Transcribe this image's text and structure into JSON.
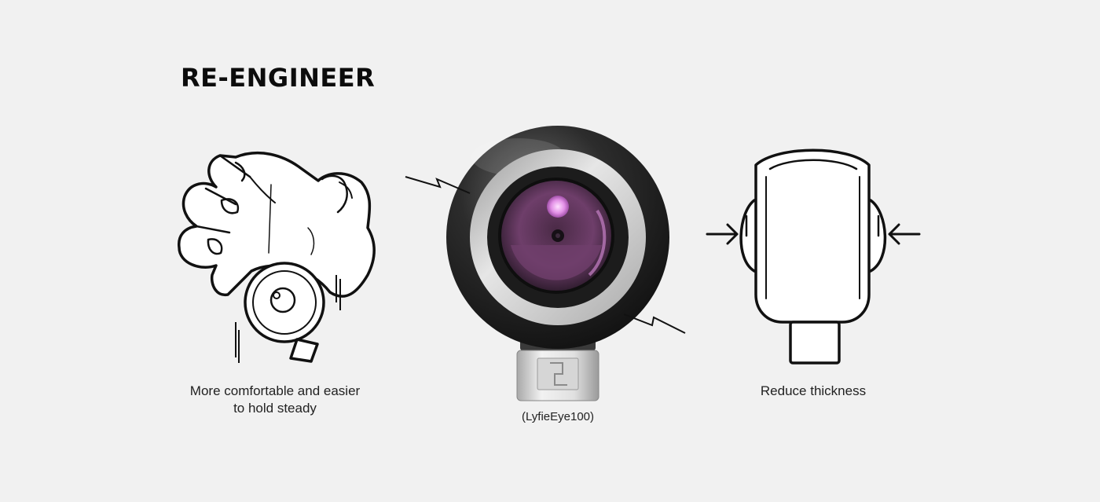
{
  "heading": "RE-ENGINEER",
  "left": {
    "caption_line1": "More comfortable and easier",
    "caption_line2": "to hold steady"
  },
  "center": {
    "caption": "(LyfieEye100)"
  },
  "right": {
    "caption": "Reduce thickness"
  },
  "colors": {
    "background": "#f1f1f1",
    "ink": "#111111",
    "lens_purple": "#b06aa8",
    "lens_glow": "#f0a8f0",
    "body_dark": "#2b2b2b",
    "ring_silver": "#c8c8c8"
  }
}
